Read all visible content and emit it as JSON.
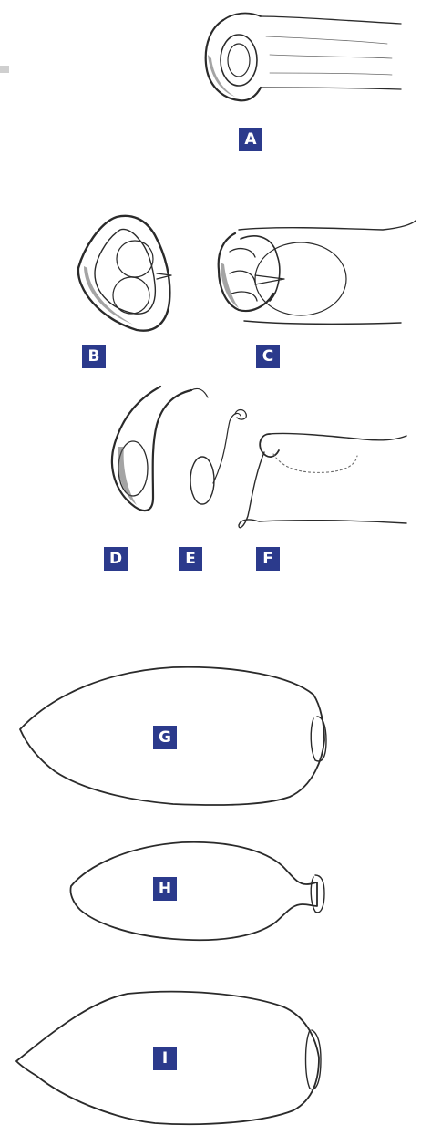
{
  "panels": [
    {
      "label": "A"
    },
    {
      "label": "B"
    },
    {
      "label": "C"
    },
    {
      "label": "D"
    },
    {
      "label": "E"
    },
    {
      "label": "F"
    },
    {
      "label": "G"
    },
    {
      "label": "H"
    },
    {
      "label": "I"
    }
  ],
  "colors": {
    "label_background": "#2b3a8c",
    "label_text": "#ffffff",
    "ink": "#2a2a2a"
  }
}
